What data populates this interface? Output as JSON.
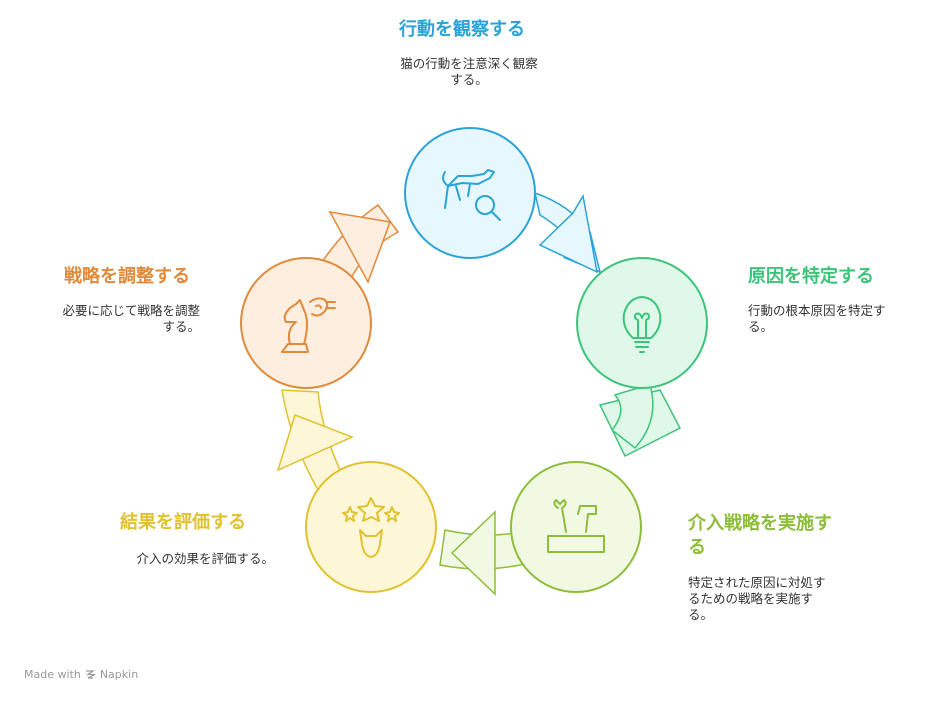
{
  "stages": [
    {
      "title": "行動を観察する",
      "description": "猫の行動を注意深く観察する。",
      "desc_lines": [
        "猫の行動を注意深く観察",
        "する。"
      ],
      "color": "#2ba3d6",
      "icon": "cat-magnifier-icon"
    },
    {
      "title": "原因を特定する",
      "description": "行動の根本原因を特定する。",
      "desc_lines": [
        "行動の根本原因を特定す",
        "る。"
      ],
      "color": "#3cc47a",
      "icon": "lightbulb-icon"
    },
    {
      "title": "介入戦略を実施する",
      "description": "特定された原因に対処するための戦略を実施する。",
      "title_lines": [
        "介入戦略を実施す",
        "る"
      ],
      "desc_lines": [
        "特定された原因に対処す",
        "るための戦略を実施す",
        "る。"
      ],
      "color": "#8dbd3a",
      "icon": "toolbox-icon"
    },
    {
      "title": "結果を評価する",
      "description": "介入の効果を評価する。",
      "desc_lines": [
        "介入の効果を評価する。"
      ],
      "color": "#e0c22e",
      "icon": "cat-stars-icon"
    },
    {
      "title": "戦略を調整する",
      "description": "必要に応じて戦略を調整する。",
      "desc_lines": [
        "必要に応じて戦略を調整",
        "する。"
      ],
      "color": "#e08a3c",
      "icon": "chess-knight-icon"
    }
  ],
  "footer": {
    "made_with": "Made with",
    "brand": "Napkin"
  }
}
